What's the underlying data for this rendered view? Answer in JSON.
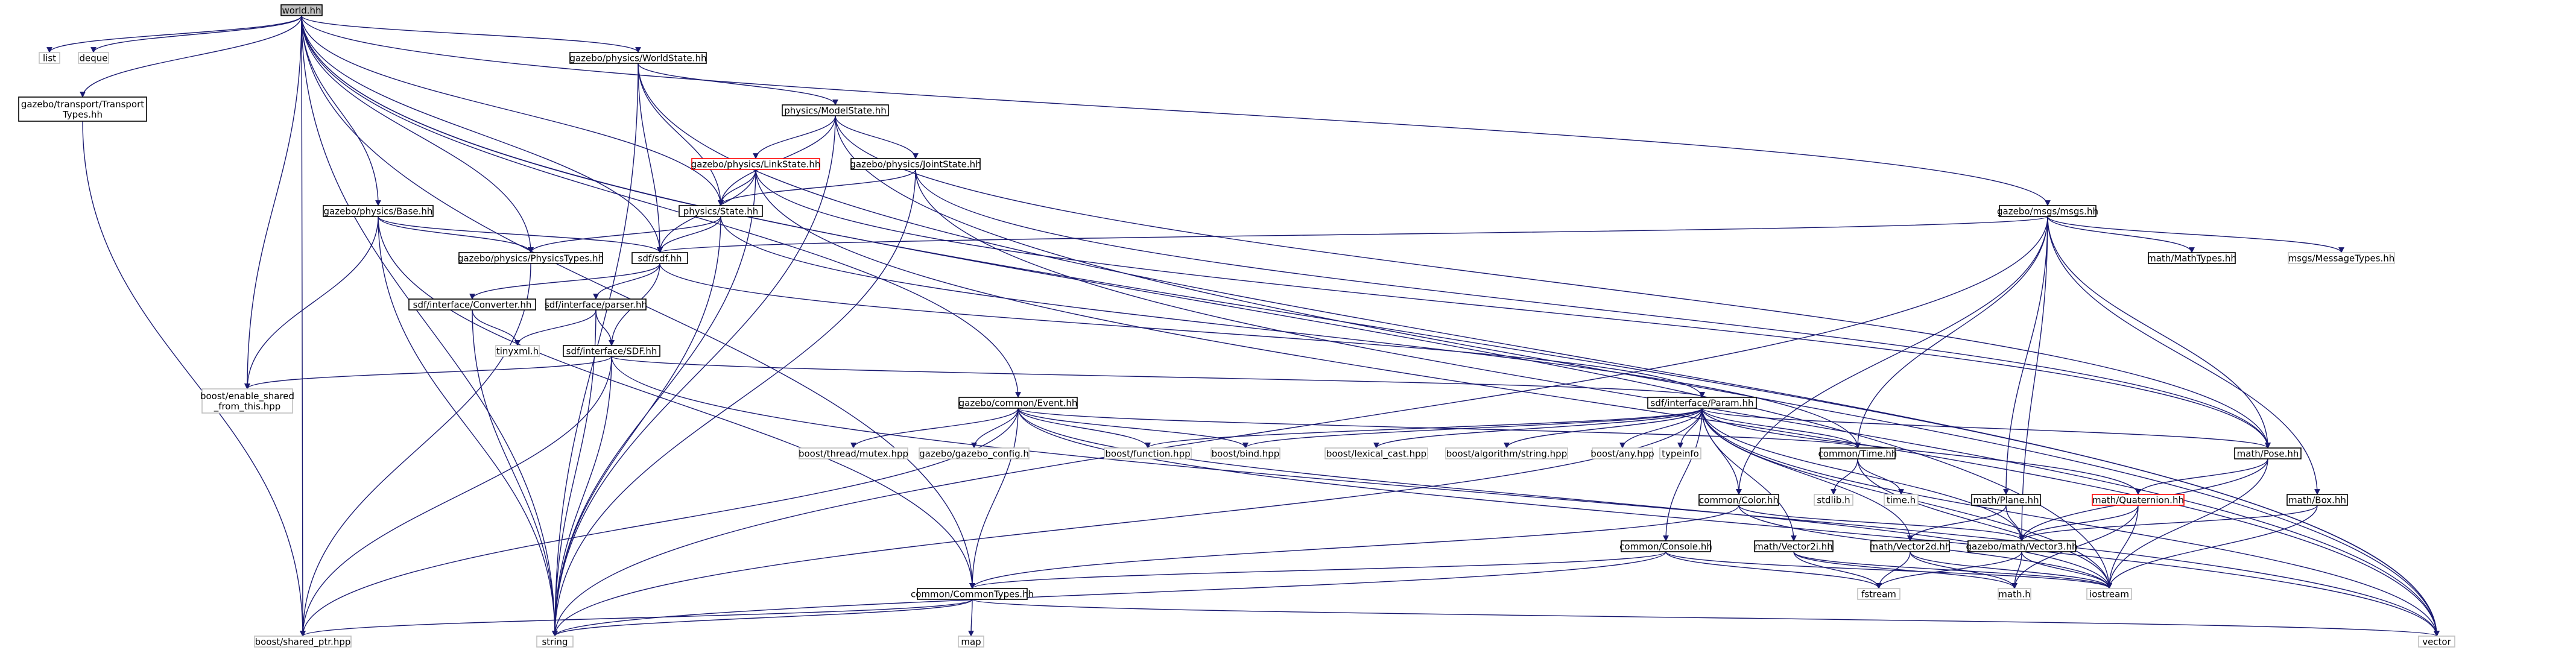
{
  "graph": {
    "root": "world.hh",
    "nodes": [
      {
        "id": "world",
        "label": "world.hh",
        "style": "root"
      },
      {
        "id": "list",
        "label": "list",
        "style": "external"
      },
      {
        "id": "deque",
        "label": "deque",
        "style": "external"
      },
      {
        "id": "transport_types",
        "label": "gazebo/transport/Transport\nTypes.hh",
        "style": "normal"
      },
      {
        "id": "worldstate",
        "label": "gazebo/physics/WorldState.hh",
        "style": "normal"
      },
      {
        "id": "modelstate",
        "label": "physics/ModelState.hh",
        "style": "normal"
      },
      {
        "id": "linkstate",
        "label": "gazebo/physics/LinkState.hh",
        "style": "truncated"
      },
      {
        "id": "jointstate",
        "label": "gazebo/physics/JointState.hh",
        "style": "normal"
      },
      {
        "id": "state",
        "label": "physics/State.hh",
        "style": "normal"
      },
      {
        "id": "base",
        "label": "gazebo/physics/Base.hh",
        "style": "normal"
      },
      {
        "id": "physicstypes",
        "label": "gazebo/physics/PhysicsTypes.hh",
        "style": "normal"
      },
      {
        "id": "sdf",
        "label": "sdf/sdf.hh",
        "style": "normal"
      },
      {
        "id": "converter",
        "label": "sdf/interface/Converter.hh",
        "style": "normal"
      },
      {
        "id": "parser",
        "label": "sdf/interface/parser.hh",
        "style": "normal"
      },
      {
        "id": "tinyxml",
        "label": "tinyxml.h",
        "style": "external"
      },
      {
        "id": "sdfsdf",
        "label": "sdf/interface/SDF.hh",
        "style": "normal"
      },
      {
        "id": "enable_shared",
        "label": "boost/enable_shared\n_from_this.hpp",
        "style": "external"
      },
      {
        "id": "event",
        "label": "gazebo/common/Event.hh",
        "style": "normal"
      },
      {
        "id": "msgs",
        "label": "gazebo/msgs/msgs.hh",
        "style": "normal"
      },
      {
        "id": "mathtypes",
        "label": "math/MathTypes.hh",
        "style": "normal"
      },
      {
        "id": "msgtypes",
        "label": "msgs/MessageTypes.hh",
        "style": "external"
      },
      {
        "id": "param",
        "label": "sdf/interface/Param.hh",
        "style": "normal"
      },
      {
        "id": "threadmutex",
        "label": "boost/thread/mutex.hpp",
        "style": "external"
      },
      {
        "id": "gazeboconfig",
        "label": "gazebo/gazebo_config.h",
        "style": "external"
      },
      {
        "id": "function",
        "label": "boost/function.hpp",
        "style": "external"
      },
      {
        "id": "bind",
        "label": "boost/bind.hpp",
        "style": "external"
      },
      {
        "id": "lexical",
        "label": "boost/lexical_cast.hpp",
        "style": "external"
      },
      {
        "id": "algstring",
        "label": "boost/algorithm/string.hpp",
        "style": "external"
      },
      {
        "id": "any",
        "label": "boost/any.hpp",
        "style": "external"
      },
      {
        "id": "typeinfo",
        "label": "typeinfo",
        "style": "external"
      },
      {
        "id": "time",
        "label": "common/Time.hh",
        "style": "normal"
      },
      {
        "id": "pose",
        "label": "math/Pose.hh",
        "style": "normal"
      },
      {
        "id": "stdlib",
        "label": "stdlib.h",
        "style": "external"
      },
      {
        "id": "timeh",
        "label": "time.h",
        "style": "external"
      },
      {
        "id": "color",
        "label": "common/Color.hh",
        "style": "normal"
      },
      {
        "id": "plane",
        "label": "math/Plane.hh",
        "style": "normal"
      },
      {
        "id": "quaternion",
        "label": "math/Quaternion.hh",
        "style": "truncated"
      },
      {
        "id": "box",
        "label": "math/Box.hh",
        "style": "normal"
      },
      {
        "id": "console",
        "label": "common/Console.hh",
        "style": "normal"
      },
      {
        "id": "vector2i",
        "label": "math/Vector2i.hh",
        "style": "normal"
      },
      {
        "id": "vector2d",
        "label": "math/Vector2d.hh",
        "style": "normal"
      },
      {
        "id": "vector3",
        "label": "gazebo/math/Vector3.hh",
        "style": "normal"
      },
      {
        "id": "commontypes",
        "label": "common/CommonTypes.hh",
        "style": "normal"
      },
      {
        "id": "fstream",
        "label": "fstream",
        "style": "external"
      },
      {
        "id": "mathh",
        "label": "math.h",
        "style": "external"
      },
      {
        "id": "iostream",
        "label": "iostream",
        "style": "external"
      },
      {
        "id": "sharedptr",
        "label": "boost/shared_ptr.hpp",
        "style": "external"
      },
      {
        "id": "string",
        "label": "string",
        "style": "external"
      },
      {
        "id": "map",
        "label": "map",
        "style": "external"
      },
      {
        "id": "vector",
        "label": "vector",
        "style": "external"
      }
    ],
    "edges": [
      [
        "world",
        "list"
      ],
      [
        "world",
        "deque"
      ],
      [
        "world",
        "transport_types"
      ],
      [
        "world",
        "worldstate"
      ],
      [
        "world",
        "base"
      ],
      [
        "world",
        "physicstypes"
      ],
      [
        "world",
        "sdf"
      ],
      [
        "world",
        "enable_shared"
      ],
      [
        "world",
        "event"
      ],
      [
        "world",
        "msgs"
      ],
      [
        "world",
        "state"
      ],
      [
        "world",
        "commontypes"
      ],
      [
        "world",
        "sharedptr"
      ],
      [
        "world",
        "string"
      ],
      [
        "world",
        "vector"
      ],
      [
        "world",
        "iostream"
      ],
      [
        "transport_types",
        "sharedptr"
      ],
      [
        "worldstate",
        "modelstate"
      ],
      [
        "worldstate",
        "state"
      ],
      [
        "worldstate",
        "sdf"
      ],
      [
        "worldstate",
        "string"
      ],
      [
        "worldstate",
        "vector"
      ],
      [
        "modelstate",
        "linkstate"
      ],
      [
        "modelstate",
        "jointstate"
      ],
      [
        "modelstate",
        "state"
      ],
      [
        "modelstate",
        "string"
      ],
      [
        "modelstate",
        "vector"
      ],
      [
        "modelstate",
        "pose"
      ],
      [
        "linkstate",
        "state"
      ],
      [
        "linkstate",
        "sdf"
      ],
      [
        "linkstate",
        "string"
      ],
      [
        "linkstate",
        "vector"
      ],
      [
        "linkstate",
        "pose"
      ],
      [
        "jointstate",
        "state"
      ],
      [
        "jointstate",
        "string"
      ],
      [
        "jointstate",
        "vector"
      ],
      [
        "jointstate",
        "pose"
      ],
      [
        "state",
        "physicstypes"
      ],
      [
        "state",
        "sdf"
      ],
      [
        "state",
        "time"
      ],
      [
        "state",
        "string"
      ],
      [
        "base",
        "sdf"
      ],
      [
        "base",
        "physicstypes"
      ],
      [
        "base",
        "enable_shared"
      ],
      [
        "base",
        "commontypes"
      ],
      [
        "base",
        "string"
      ],
      [
        "physicstypes",
        "sharedptr"
      ],
      [
        "sdf",
        "converter"
      ],
      [
        "sdf",
        "parser"
      ],
      [
        "sdf",
        "sdfsdf"
      ],
      [
        "sdf",
        "param"
      ],
      [
        "converter",
        "tinyxml"
      ],
      [
        "converter",
        "string"
      ],
      [
        "parser",
        "tinyxml"
      ],
      [
        "parser",
        "sdfsdf"
      ],
      [
        "parser",
        "string"
      ],
      [
        "sdfsdf",
        "param"
      ],
      [
        "sdfsdf",
        "enable_shared"
      ],
      [
        "sdfsdf",
        "sharedptr"
      ],
      [
        "sdfsdf",
        "string"
      ],
      [
        "sdfsdf",
        "vector"
      ],
      [
        "event",
        "threadmutex"
      ],
      [
        "event",
        "gazeboconfig"
      ],
      [
        "event",
        "function"
      ],
      [
        "event",
        "bind"
      ],
      [
        "event",
        "time"
      ],
      [
        "event",
        "commontypes"
      ],
      [
        "event",
        "sharedptr"
      ],
      [
        "event",
        "iostream"
      ],
      [
        "event",
        "vector"
      ],
      [
        "msgs",
        "mathtypes"
      ],
      [
        "msgs",
        "msgtypes"
      ],
      [
        "msgs",
        "sdf"
      ],
      [
        "msgs",
        "time"
      ],
      [
        "msgs",
        "color"
      ],
      [
        "msgs",
        "pose"
      ],
      [
        "msgs",
        "plane"
      ],
      [
        "msgs",
        "box"
      ],
      [
        "msgs",
        "vector3"
      ],
      [
        "msgs",
        "string"
      ],
      [
        "param",
        "function"
      ],
      [
        "param",
        "bind"
      ],
      [
        "param",
        "lexical"
      ],
      [
        "param",
        "algstring"
      ],
      [
        "param",
        "any"
      ],
      [
        "param",
        "typeinfo"
      ],
      [
        "param",
        "time"
      ],
      [
        "param",
        "pose"
      ],
      [
        "param",
        "quaternion"
      ],
      [
        "param",
        "vector3"
      ],
      [
        "param",
        "color"
      ],
      [
        "param",
        "console"
      ],
      [
        "param",
        "vector2i"
      ],
      [
        "param",
        "vector2d"
      ],
      [
        "param",
        "string"
      ],
      [
        "param",
        "vector"
      ],
      [
        "param",
        "iostream"
      ],
      [
        "time",
        "stdlib"
      ],
      [
        "time",
        "timeh"
      ],
      [
        "time",
        "iostream"
      ],
      [
        "pose",
        "quaternion"
      ],
      [
        "pose",
        "vector3"
      ],
      [
        "pose",
        "iostream"
      ],
      [
        "color",
        "vector3"
      ],
      [
        "color",
        "commontypes"
      ],
      [
        "color",
        "iostream"
      ],
      [
        "plane",
        "vector2d"
      ],
      [
        "plane",
        "vector3"
      ],
      [
        "quaternion",
        "vector3"
      ],
      [
        "quaternion",
        "mathh"
      ],
      [
        "quaternion",
        "iostream"
      ],
      [
        "box",
        "vector3"
      ],
      [
        "box",
        "iostream"
      ],
      [
        "console",
        "commontypes"
      ],
      [
        "console",
        "fstream"
      ],
      [
        "console",
        "string"
      ],
      [
        "console",
        "iostream"
      ],
      [
        "vector2i",
        "fstream"
      ],
      [
        "vector2i",
        "mathh"
      ],
      [
        "vector2i",
        "iostream"
      ],
      [
        "vector2d",
        "fstream"
      ],
      [
        "vector2d",
        "mathh"
      ],
      [
        "vector2d",
        "iostream"
      ],
      [
        "vector3",
        "mathh"
      ],
      [
        "vector3",
        "iostream"
      ],
      [
        "vector3",
        "fstream"
      ],
      [
        "commontypes",
        "sharedptr"
      ],
      [
        "commontypes",
        "string"
      ],
      [
        "commontypes",
        "map"
      ],
      [
        "commontypes",
        "vector"
      ]
    ]
  },
  "colors": {
    "edge": "#191970",
    "root_fill": "#bfbfbf",
    "normal_border": "#000000",
    "truncated_border": "#ff0000",
    "external_border": "#bfbfbf",
    "text": "#000000"
  }
}
